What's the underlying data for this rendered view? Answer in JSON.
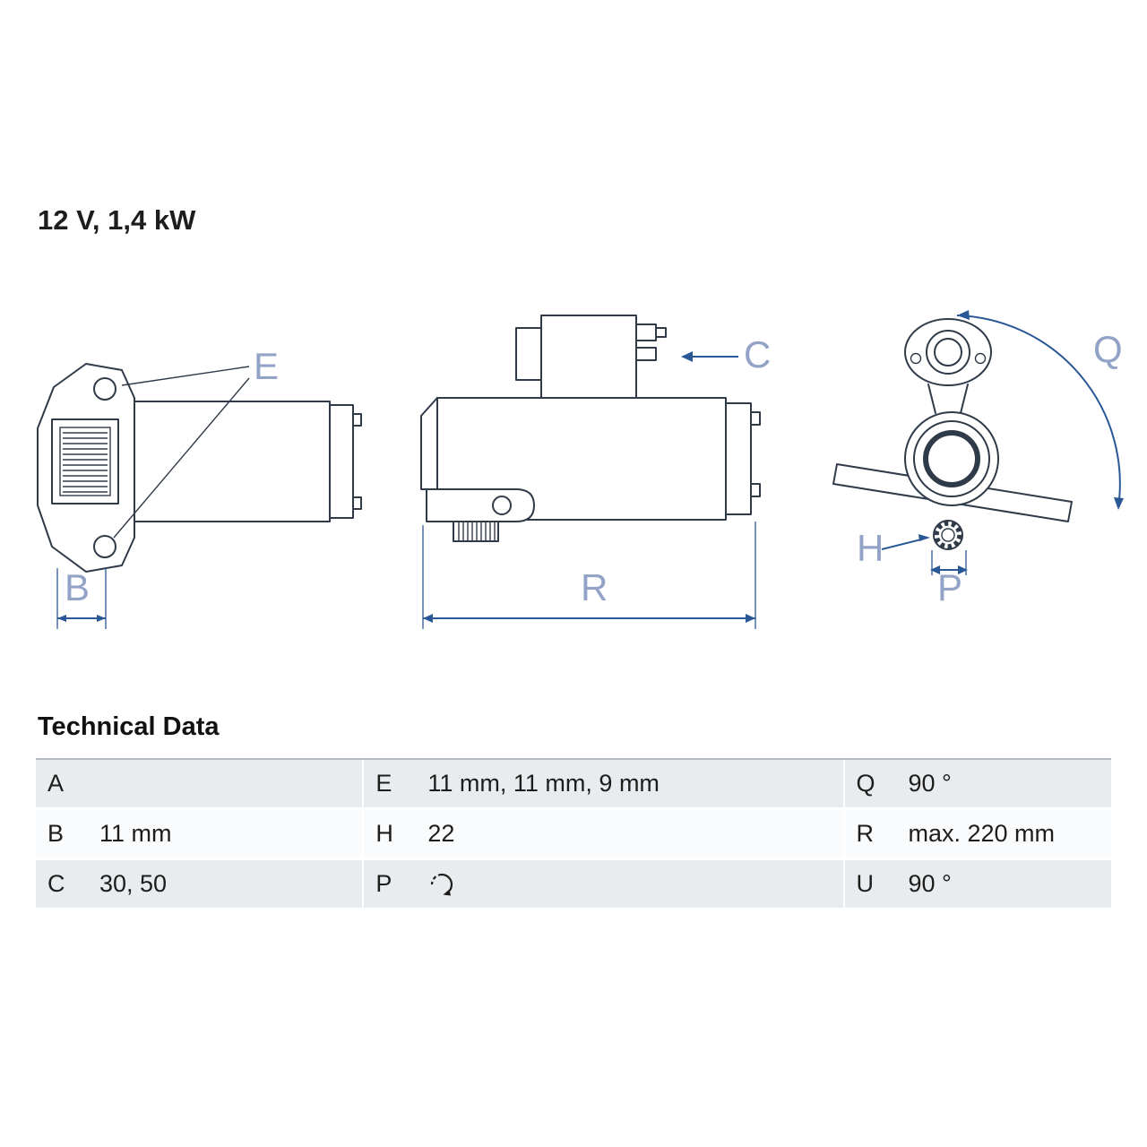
{
  "header": {
    "spec": "12 V, 1,4 kW"
  },
  "drawings": {
    "labels": {
      "e": "E",
      "b": "B",
      "c": "C",
      "r": "R",
      "q": "Q",
      "h": "H",
      "p": "P"
    },
    "icons": {
      "p_value": "clockwise-rotation-icon"
    }
  },
  "technical_data": {
    "title": "Technical Data",
    "rows": [
      {
        "cells": [
          {
            "key": "A",
            "value": ""
          },
          {
            "key": "E",
            "value": "11 mm, 11 mm, 9 mm"
          },
          {
            "key": "Q",
            "value": "90 °"
          }
        ]
      },
      {
        "cells": [
          {
            "key": "B",
            "value": "11 mm"
          },
          {
            "key": "H",
            "value": "22"
          },
          {
            "key": "R",
            "value": "max. 220 mm"
          }
        ]
      },
      {
        "cells": [
          {
            "key": "C",
            "value": "30, 50"
          },
          {
            "key": "P",
            "value": "",
            "icon": "clockwise-rotation-icon"
          },
          {
            "key": "U",
            "value": "90 °"
          }
        ]
      }
    ]
  },
  "colors": {
    "outline": "#303b49",
    "dimension_blue": "#2a5796",
    "label_blue": "#93a3c7",
    "row_gray": "#e9ecef",
    "text": "#1d1d1b"
  }
}
